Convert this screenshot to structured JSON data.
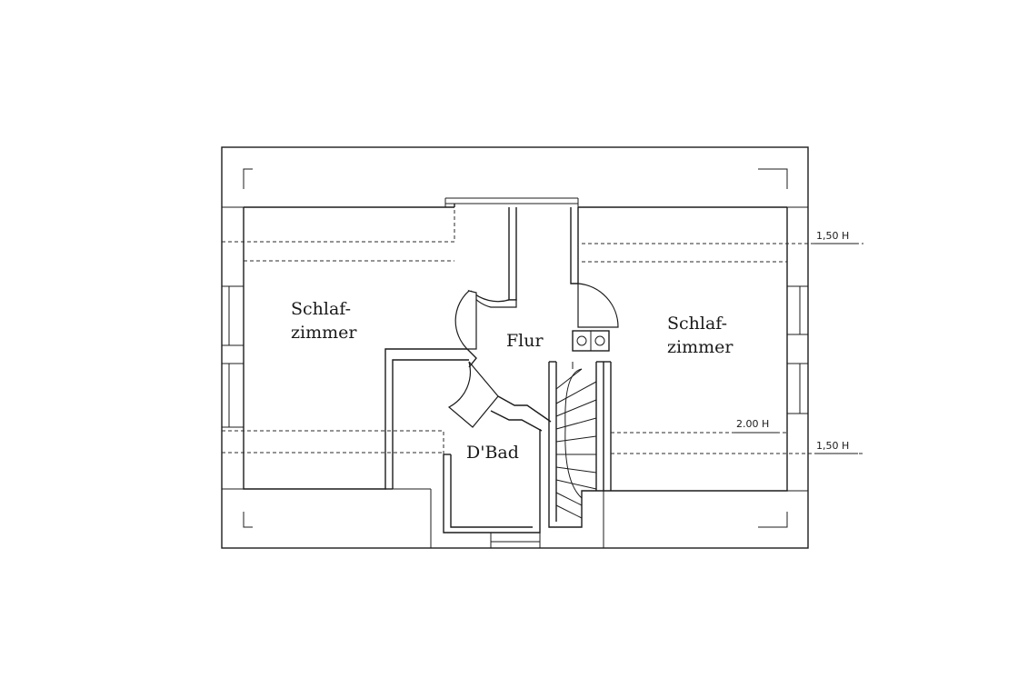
{
  "rooms": {
    "left_bedroom": {
      "line1": "Schlaf-",
      "line2": "zimmer"
    },
    "right_bedroom": {
      "line1": "Schlaf-",
      "line2": "zimmer"
    },
    "hallway": "Flur",
    "bathroom": "D'Bad"
  },
  "dimensions": {
    "top_right": "1,50  H",
    "middle_right": "2.00  H",
    "bottom_right": "1,50  H"
  }
}
